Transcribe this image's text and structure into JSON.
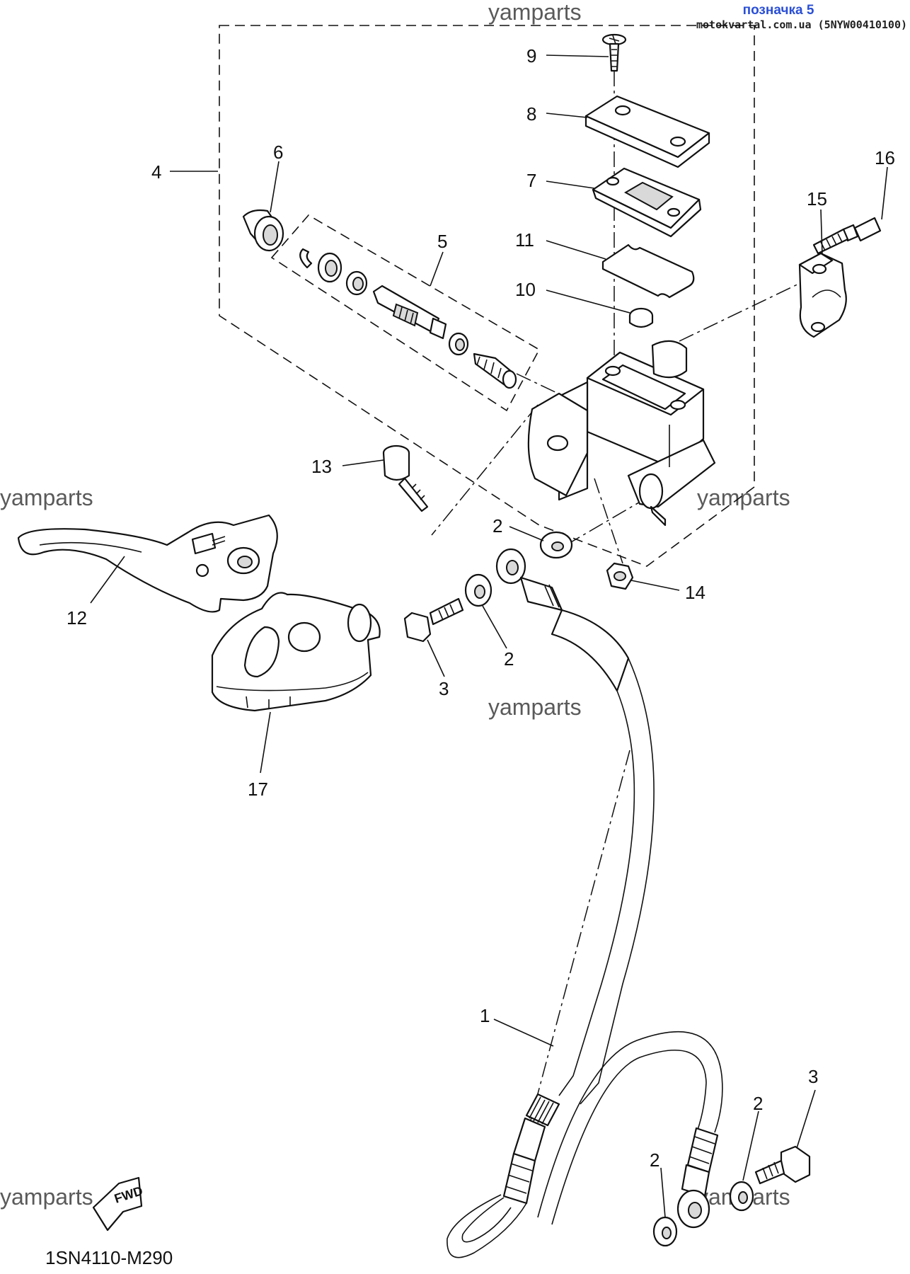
{
  "header": {
    "title": "позначка 5",
    "source": "motokvartal.com.ua (5NYW00410100)"
  },
  "watermark": "yamparts",
  "diagram_code": "1SN4110-M290",
  "fwd_label": "FWD",
  "callouts": {
    "c1": "1",
    "c2a": "2",
    "c2b": "2",
    "c2c": "2",
    "c2d": "2",
    "c3a": "3",
    "c3b": "3",
    "c4": "4",
    "c5": "5",
    "c6": "6",
    "c7": "7",
    "c8": "8",
    "c9": "9",
    "c10": "10",
    "c11": "11",
    "c12": "12",
    "c13": "13",
    "c14": "14",
    "c15": "15",
    "c16": "16",
    "c17": "17"
  }
}
